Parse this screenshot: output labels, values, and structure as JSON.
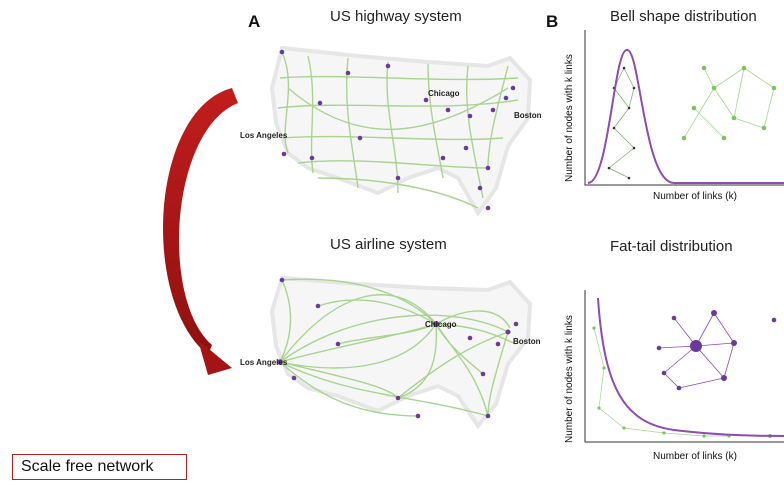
{
  "panel_a": {
    "letter": "A",
    "highway_title": "US highway system",
    "airline_title": "US airline system",
    "cities": {
      "chicago": "Chicago",
      "los_angeles": "Los Angeles",
      "boston": "Boston"
    }
  },
  "panel_b": {
    "letter": "B",
    "bell_title": "Bell shape distribution",
    "fat_title": "Fat-tail distribution",
    "ylabel": "Number of nodes with k links",
    "xlabel": "Number of links (k)"
  },
  "caption": "Scale free network",
  "colors": {
    "arrow": "#b01818",
    "node": "#6a3a9b",
    "link": "#a8d48f",
    "curve": "#8e4bb0"
  }
}
